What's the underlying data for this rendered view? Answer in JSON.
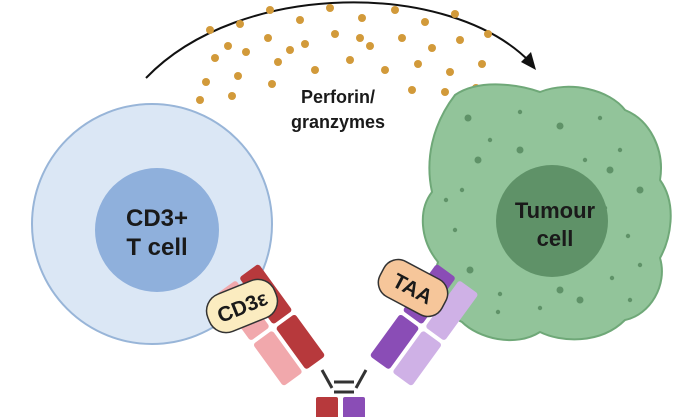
{
  "title": "",
  "labels": {
    "tcell_line1": "CD3+",
    "tcell_line2": "T cell",
    "tumour_line1": "Tumour",
    "tumour_line2": "cell",
    "perforin_line1": "Perforin/",
    "perforin_line2": "granzymes",
    "cd3e": "CD3ε",
    "taa": "TAA"
  },
  "colors": {
    "tcell_outer": "#dbe7f5",
    "tcell_outline": "#98b5d8",
    "tcell_nucleus": "#8fb0dc",
    "tumour_body": "#92c49a",
    "tumour_outline": "#6fa878",
    "tumour_nucleus": "#5f9268",
    "granule": "#d29a3a",
    "cd3_label_fill": "#fbecc0",
    "taa_label_fill": "#f6c69a",
    "antibody_red_dark": "#b7393c",
    "antibody_red_light": "#f1a8ac",
    "antibody_purple_dark": "#8a4db6",
    "antibody_purple_light": "#cfb1e6",
    "arrow": "#111111"
  },
  "icons": [
    "curved-arrow-icon",
    "granule-dot",
    "antibody-icon"
  ]
}
